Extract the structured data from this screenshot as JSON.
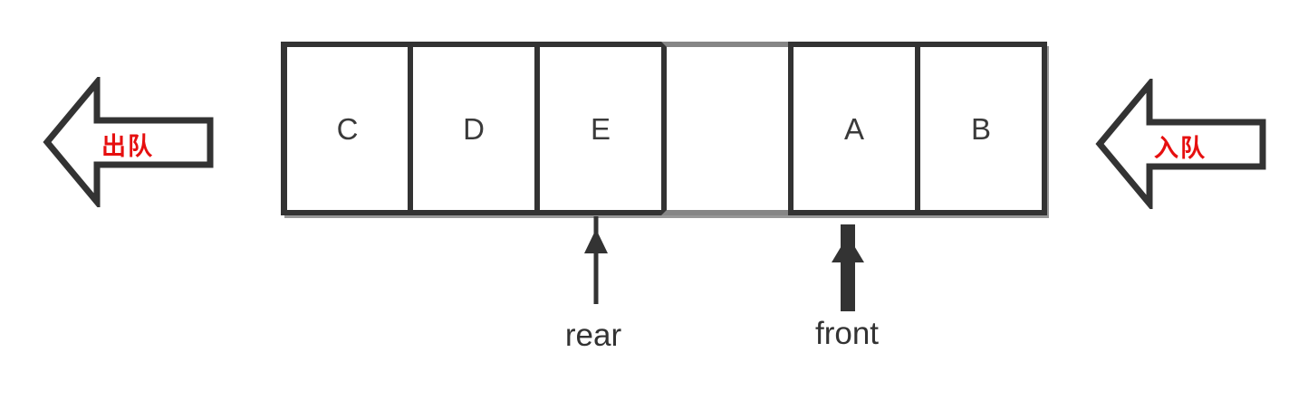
{
  "diagram": {
    "description_labels": {
      "dequeue": "出队",
      "enqueue": "入队",
      "rear": "rear",
      "front": "front"
    }
  },
  "queue": {
    "cells": [
      {
        "label": "C",
        "empty": false
      },
      {
        "label": "D",
        "empty": false
      },
      {
        "label": "E",
        "empty": false
      },
      {
        "label": "",
        "empty": true
      },
      {
        "label": "A",
        "empty": false
      },
      {
        "label": "B",
        "empty": false
      }
    ],
    "rear_points_to_cell": "E",
    "front_points_to_cell": "A"
  },
  "colors": {
    "outline": "#333333",
    "empty_cell_border": "#868686",
    "arrow_text_red": "#e60f0f",
    "cell_letter": "#3a3a3a"
  }
}
